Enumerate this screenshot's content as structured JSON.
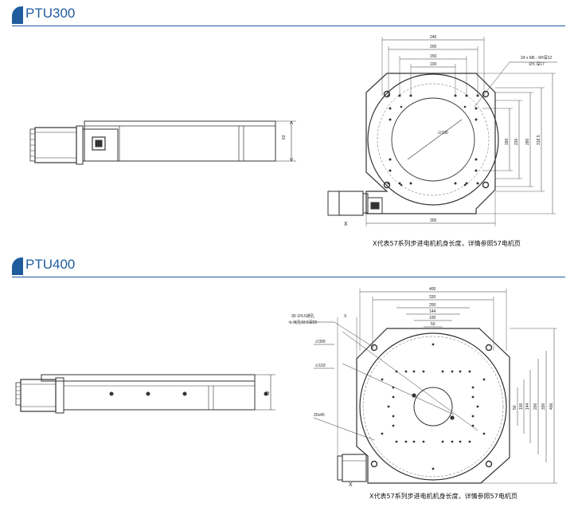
{
  "sections": [
    {
      "title": "PTU300",
      "side_dims": [
        "63"
      ],
      "top_dims": [
        "240",
        "200",
        "150",
        "100",
        "∅180",
        "180",
        "230",
        "280",
        "318.5",
        "305"
      ],
      "hole_note_1": "24 x M6 - 6H深12",
      "hole_note_2": "∅5 深17",
      "x_label": "X",
      "caption": "X代表57系列步进电机机身长度，详情参照57电机页"
    },
    {
      "title": "PTU400",
      "side_dims": [
        "62"
      ],
      "top_dims": [
        "400",
        "330",
        "200",
        "144",
        "100",
        "50",
        "∅390",
        "∅103",
        "50",
        "100",
        "144",
        "200",
        "330",
        "400",
        "X"
      ],
      "hole_note_1": "30 ∅6.5通孔",
      "hole_note_2": "L 沉孔10.5深25",
      "radius_label": "20x45",
      "x_label": "X",
      "caption": "X代表57系列步进电机机身长度，详情参照57电机页"
    }
  ]
}
